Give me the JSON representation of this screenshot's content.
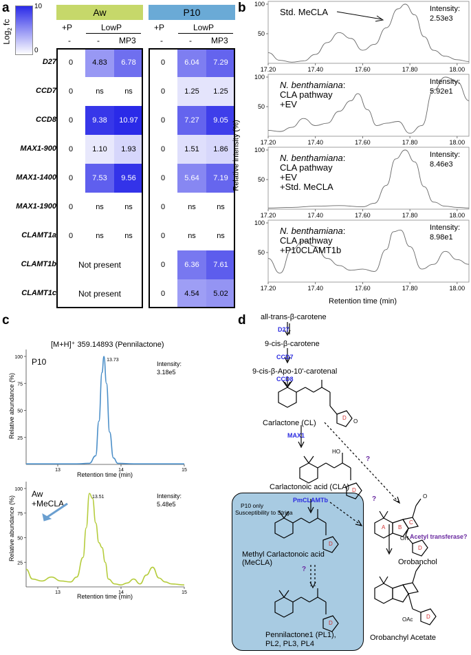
{
  "panel_labels": {
    "a": "a",
    "b": "b",
    "c": "c",
    "d": "d"
  },
  "panel_a": {
    "colorbar": {
      "label_base": "Log",
      "label_sub": "2",
      "label_tail": " fc",
      "max_tick": "10",
      "min_tick": "0",
      "color_min": "#ffffff",
      "color_max": "#2a2ae8"
    },
    "groups": [
      {
        "name": "Aw",
        "color": "#c6d86a"
      },
      {
        "name": "P10",
        "color": "#6aaad6"
      }
    ],
    "col_headers": {
      "plusP": "+P",
      "lowP": "LowP",
      "minus": "-",
      "mp3": "MP3"
    },
    "not_present": "Not present"
  },
  "chart_data": [
    {
      "type": "heatmap",
      "rows": [
        "D27",
        "CCD7",
        "CCD8",
        "MAX1-900",
        "MAX1-1400",
        "MAX1-1900",
        "CLAMT1a",
        "CLAMT1b",
        "CLAMT1c"
      ],
      "columns": [
        "Aw +P -",
        "Aw LowP -",
        "Aw LowP MP3",
        "P10 +P -",
        "P10 LowP -",
        "P10 LowP MP3"
      ],
      "values": [
        [
          "0",
          "4.83",
          "6.78",
          "0",
          "6.04",
          "7.29"
        ],
        [
          "0",
          "ns",
          "ns",
          "0",
          "1.25",
          "1.25"
        ],
        [
          "0",
          "9.38",
          "10.97",
          "0",
          "7.27",
          "9.05"
        ],
        [
          "0",
          "1.10",
          "1.93",
          "0",
          "1.51",
          "1.86"
        ],
        [
          "0",
          "7.53",
          "9.56",
          "0",
          "5.64",
          "7.19"
        ],
        [
          "0",
          "ns",
          "ns",
          "0",
          "ns",
          "ns"
        ],
        [
          "0",
          "ns",
          "ns",
          "0",
          "ns",
          "ns"
        ],
        [
          "Not present",
          "",
          "",
          "0",
          "6.36",
          "7.61"
        ],
        [
          "Not present",
          "",
          "",
          "0",
          "4.54",
          "5.02"
        ]
      ],
      "color_range": [
        0,
        10
      ]
    },
    {
      "type": "line",
      "ylabel": "Relative intensity (%)",
      "xlabel": "Retention time (min)",
      "xlim": [
        17.2,
        18.05
      ],
      "x_ticks": [
        "17.20",
        "17.40",
        "17.60",
        "17.80",
        "18.00"
      ],
      "y_ticks": [
        "100",
        "50"
      ],
      "subplots": [
        {
          "text": [
            "Std. MeCLA"
          ],
          "intensity_label": "Intensity:",
          "intensity": "2.53e3",
          "series": {
            "x": [
              17.2,
              17.25,
              17.3,
              17.35,
              17.4,
              17.45,
              17.5,
              17.55,
              17.6,
              17.65,
              17.7,
              17.75,
              17.78,
              17.82,
              17.86,
              17.9,
              17.95,
              18.0,
              18.05
            ],
            "y": [
              18,
              5,
              2,
              4,
              15,
              35,
              52,
              42,
              22,
              32,
              60,
              92,
              100,
              82,
              45,
              22,
              12,
              6,
              3
            ]
          }
        },
        {
          "text": [
            "N. benthamiana:",
            "CLA pathway",
            "+EV"
          ],
          "intensity_label": "Intensity:",
          "intensity": "5.92e1",
          "series": {
            "x": [
              17.2,
              17.25,
              17.3,
              17.35,
              17.4,
              17.45,
              17.5,
              17.55,
              17.58,
              17.62,
              17.66,
              17.7,
              17.75,
              17.8,
              17.85,
              17.9,
              17.95,
              18.0,
              18.05
            ],
            "y": [
              10,
              8,
              15,
              30,
              18,
              22,
              42,
              60,
              72,
              45,
              18,
              22,
              25,
              5,
              18,
              78,
              100,
              92,
              60
            ]
          }
        },
        {
          "text": [
            "N. benthamiana:",
            "CLA pathway",
            "+EV",
            "+Std. MeCLA"
          ],
          "intensity_label": "Intensity:",
          "intensity": "8.46e3",
          "series": {
            "x": [
              17.2,
              17.3,
              17.4,
              17.5,
              17.6,
              17.65,
              17.7,
              17.74,
              17.78,
              17.82,
              17.86,
              17.9,
              17.95,
              18.0,
              18.05
            ],
            "y": [
              2,
              3,
              5,
              6,
              4,
              10,
              40,
              85,
              100,
              80,
              38,
              12,
              5,
              3,
              2
            ]
          }
        },
        {
          "text": [
            "N. benthamiana:",
            "CLA pathway",
            "+P10CLAMT1b"
          ],
          "intensity_label": "Intensity:",
          "intensity": "8.98e1",
          "series": {
            "x": [
              17.2,
              17.25,
              17.3,
              17.35,
              17.4,
              17.45,
              17.5,
              17.55,
              17.6,
              17.65,
              17.7,
              17.73,
              17.76,
              17.8,
              17.85,
              17.9,
              17.95,
              18.0,
              18.05
            ],
            "y": [
              40,
              15,
              55,
              70,
              60,
              40,
              28,
              20,
              22,
              18,
              55,
              85,
              88,
              60,
              22,
              30,
              52,
              38,
              30
            ]
          }
        }
      ]
    },
    {
      "type": "line",
      "title": "[M+H]⁺ 359.14893 (Pennilactone)",
      "ylabel": "Relative abundance (%)",
      "xlabel": "Retention time (min)",
      "xlim": [
        12.5,
        15
      ],
      "x_ticks": [
        "13",
        "14",
        "15"
      ],
      "subplots": [
        {
          "sample": [
            "P10"
          ],
          "color": "#4a8ec8",
          "peak_label": "13.73",
          "intensity_label": "Intensity:",
          "intensity": "3.18e5",
          "y_ticks": [
            "100",
            "75",
            "50",
            "25"
          ],
          "series": {
            "x": [
              12.5,
              13.3,
              13.5,
              13.6,
              13.65,
              13.7,
              13.73,
              13.77,
              13.82,
              13.88,
              13.95,
              14.2,
              15
            ],
            "y": [
              0.5,
              0.5,
              1,
              8,
              40,
              85,
              100,
              75,
              30,
              6,
              1,
              0.5,
              0.5
            ]
          }
        },
        {
          "sample": [
            "Aw",
            "+MeCLA"
          ],
          "color": "#b5cc3c",
          "peak_label": "13.51",
          "intensity_label": "Intensity:",
          "intensity": "5.48e5",
          "y_ticks": [
            "100",
            "75",
            "50",
            "25"
          ],
          "series": {
            "x": [
              12.5,
              12.6,
              12.75,
              12.9,
              13.05,
              13.2,
              13.3,
              13.4,
              13.45,
              13.5,
              13.55,
              13.6,
              13.65,
              13.7,
              13.75,
              13.8,
              13.9,
              14.0,
              14.1,
              14.2,
              14.3,
              14.4,
              14.5,
              14.6,
              14.7,
              14.8,
              15.0
            ],
            "y": [
              18,
              8,
              6,
              10,
              6,
              5,
              10,
              30,
              60,
              95,
              90,
              65,
              45,
              40,
              25,
              8,
              3,
              2,
              4,
              8,
              3,
              12,
              20,
              9,
              5,
              3,
              2
            ]
          }
        }
      ]
    }
  ],
  "panel_d": {
    "compounds": {
      "beta_carotene": "all-trans-β-carotene",
      "cis_carotene": "9-cis-β-carotene",
      "apo": "9-cis-β-Apo-10'-carotenal",
      "carlactone": "Carlactone (CL)",
      "cla": "Carlactonoic acid (CLA)",
      "mecla1": "Methyl Carlactonoic acid",
      "mecla2": "(MeCLA)",
      "pl1": "Pennilactone1 (PL1),",
      "pl2": "PL2, PL3, PL4",
      "orobanchol": "Orobanchol",
      "orob_acetate": "Orobanchyl Acetate"
    },
    "enzymes": {
      "d27": "D27",
      "ccd7": "CCD7",
      "ccd8": "CCD8",
      "max1": "MAX1",
      "clamt": "PmCLAMTb",
      "acetyl": "Acetyl transferase?"
    },
    "box_text": [
      "P10 only",
      "Susceptibility to Striga"
    ],
    "question": "?",
    "ring_labels": {
      "A": "A",
      "B": "B",
      "C": "C",
      "D": "D"
    },
    "atom_labels": {
      "ho": "HO",
      "o": "O",
      "oh": "OH",
      "oac": "OAc"
    },
    "colors": {
      "enzyme": "#2a2ae0",
      "question": "#6a2aa0",
      "ring": "#d03030",
      "box": "#a8cbe2"
    }
  }
}
